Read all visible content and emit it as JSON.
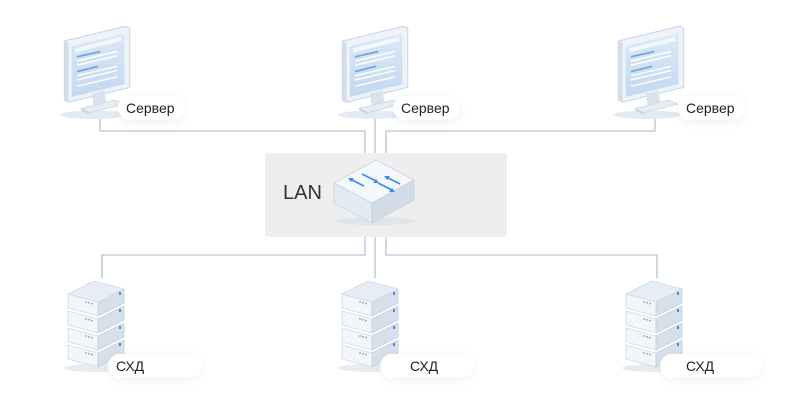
{
  "colors": {
    "line": "#b6c4d2",
    "switch_panel": "#eeeeee",
    "monitor_frame": "#e9f0f8",
    "monitor_screen": "#cfe1f3",
    "monitor_lines": "#6fa3dd",
    "rack_face": "#f3f6f9",
    "rack_side": "#d7e0ea",
    "rack_top": "#e6edf4",
    "arrow": "#3f8ee8"
  },
  "network": {
    "label": "LAN",
    "icon": "network-switch-icon"
  },
  "servers": [
    {
      "label": "Сервер",
      "icon": "monitor-icon"
    },
    {
      "label": "Сервер",
      "icon": "monitor-icon"
    },
    {
      "label": "Сервер",
      "icon": "monitor-icon"
    }
  ],
  "storage": [
    {
      "label": "СХД",
      "icon": "storage-rack-icon"
    },
    {
      "label": "СХД",
      "icon": "storage-rack-icon"
    },
    {
      "label": "СХД",
      "icon": "storage-rack-icon"
    }
  ]
}
